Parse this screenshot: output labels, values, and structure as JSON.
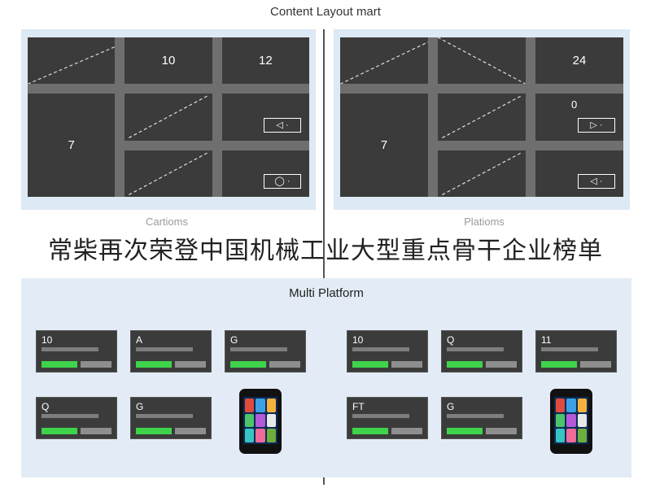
{
  "title": "Content Layout mart",
  "left_panel": {
    "caption": "Cartioms",
    "cells": [
      "",
      "10",
      "12",
      "7",
      "",
      "",
      "",
      "",
      ""
    ],
    "button_glyph": "◁ ·",
    "button2_glyph": "◯ ·"
  },
  "right_panel": {
    "caption": "Platioms",
    "cells": [
      "",
      "",
      "24",
      "7",
      "",
      "0",
      "",
      "",
      ""
    ],
    "button_glyph": "▷ ·",
    "button2_glyph": "◁ ·"
  },
  "banner": "常柴再次荣登中国机械工业大型重点骨干企业榜单",
  "multi_platform": {
    "title": "Multi Platform",
    "left_cards": [
      "10",
      "A",
      "G",
      "Q",
      "G"
    ],
    "right_cards": [
      "10",
      "Q",
      "11",
      "FT",
      "G"
    ]
  },
  "colors": {
    "panel": "#dde9f4",
    "cell": "#3b3b3b",
    "accent_green": "#3ed34a"
  }
}
